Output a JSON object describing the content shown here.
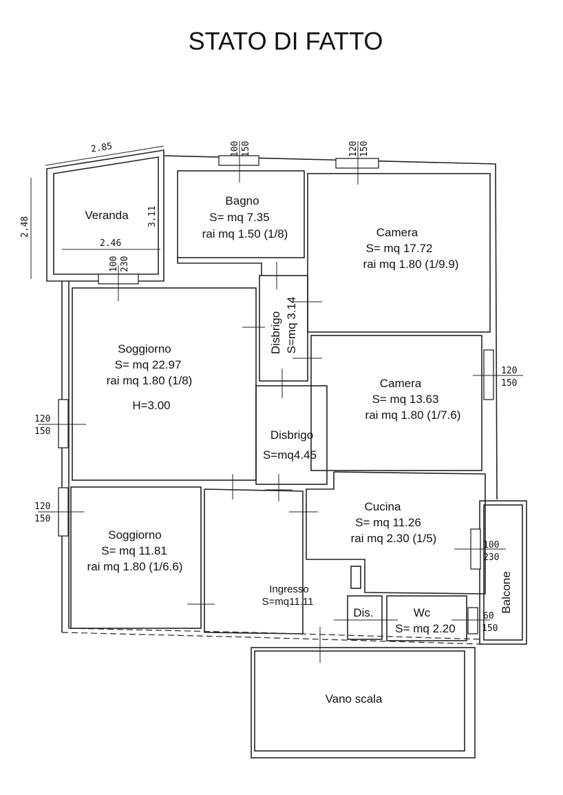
{
  "title": "STATO DI FATTO",
  "rooms": {
    "veranda": {
      "name": "Veranda"
    },
    "bagno": {
      "name": "Bagno",
      "area": "S= mq 7.35",
      "rai": "rai mq 1.50 (1/8)"
    },
    "camera1": {
      "name": "Camera",
      "area": "S= mq 17.72",
      "rai": "rai mq 1.80 (1/9.9)"
    },
    "disbrigo1": {
      "name": "Disbrigo",
      "area": "S=mq 3.14"
    },
    "soggiorno1": {
      "name": "Soggiorno",
      "area": "S= mq 22.97",
      "rai": "rai mq 1.80 (1/8)",
      "height": "H=3.00"
    },
    "camera2": {
      "name": "Camera",
      "area": "S= mq 13.63",
      "rai": "rai mq 1.80 (1/7.6)"
    },
    "disbrigo2": {
      "name": "Disbrigo",
      "area": "S=mq4.45"
    },
    "soggiorno2": {
      "name": "Soggiorno",
      "area": "S= mq 11.81",
      "rai": "rai mq 1.80 (1/6.6)"
    },
    "cucina": {
      "name": "Cucina",
      "area": "S= mq 11.26",
      "rai": "rai mq 2.30 (1/5)"
    },
    "ingresso": {
      "name": "Ingresso",
      "area": "S=mq11.11"
    },
    "dis": {
      "name": "Dis."
    },
    "wc": {
      "name": "Wc",
      "area": "S= mq 2.20"
    },
    "balcone": {
      "name": "Balcone"
    },
    "vano_scala": {
      "name": "Vano scala"
    }
  },
  "dimensions": {
    "veranda_top": "2.85",
    "veranda_left": "2.48",
    "veranda_right": "3.11",
    "veranda_inner": "2.46"
  },
  "windows": {
    "veranda": {
      "w": "100",
      "h": "230"
    },
    "bagno": {
      "w": "100",
      "h": "150"
    },
    "camera1": {
      "w": "120",
      "h": "150"
    },
    "camera2": {
      "w": "120",
      "h": "150"
    },
    "soggiorno1": {
      "w": "120",
      "h": "150"
    },
    "soggiorno2": {
      "w": "120",
      "h": "150"
    },
    "cucina": {
      "w": "100",
      "h": "230"
    },
    "wc": {
      "w": "60",
      "h": "150"
    }
  }
}
